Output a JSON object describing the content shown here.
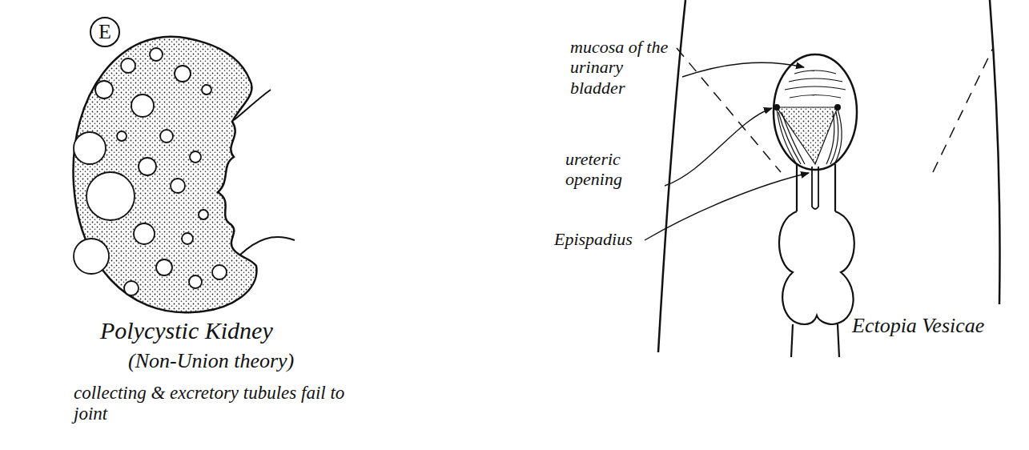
{
  "diagram": {
    "nodes": [
      {
        "text": [
          "E"
        ]
      }
    ],
    "labels": [
      "Polycystic Kidney",
      "(Non-Union theory)",
      "collecting & excretory tubules fail to joint",
      "mucosa of the urinary bladder",
      "ureteric opening",
      "Epispadius",
      "Ectopia Vesicae"
    ]
  }
}
